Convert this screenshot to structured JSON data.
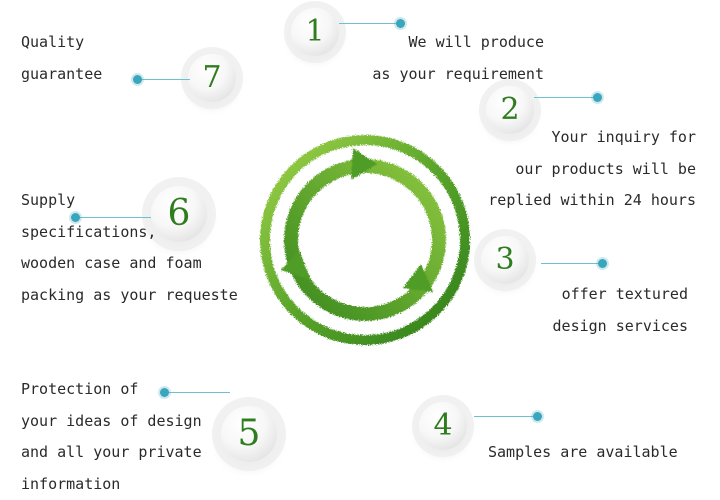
{
  "steps": [
    {
      "number": "1",
      "lines": [
        "We will produce",
        "as your requirement"
      ]
    },
    {
      "number": "2",
      "lines": [
        "Your inquiry for",
        "our products will be",
        "replied within 24 hours"
      ]
    },
    {
      "number": "3",
      "lines": [
        "offer textured",
        "design services"
      ]
    },
    {
      "number": "4",
      "lines": [
        "Samples are available"
      ]
    },
    {
      "number": "5",
      "lines": [
        "Protection of",
        "your ideas of design",
        "and all your private",
        "information"
      ]
    },
    {
      "number": "6",
      "lines": [
        "Supply",
        "specifications,",
        "wooden case and foam",
        "packing as your requeste"
      ]
    },
    {
      "number": "7",
      "lines": [
        "Quality",
        "guarantee"
      ]
    }
  ],
  "colors": {
    "number_green": "#2f7d1f",
    "grass_light": "#8cc63f",
    "grass_dark": "#2e7d1a",
    "connector": "#6cc0d0",
    "dot": "#3aa6bd",
    "text": "#2a2a2a"
  },
  "center_graphic": "grass-cycle-arrows-icon"
}
